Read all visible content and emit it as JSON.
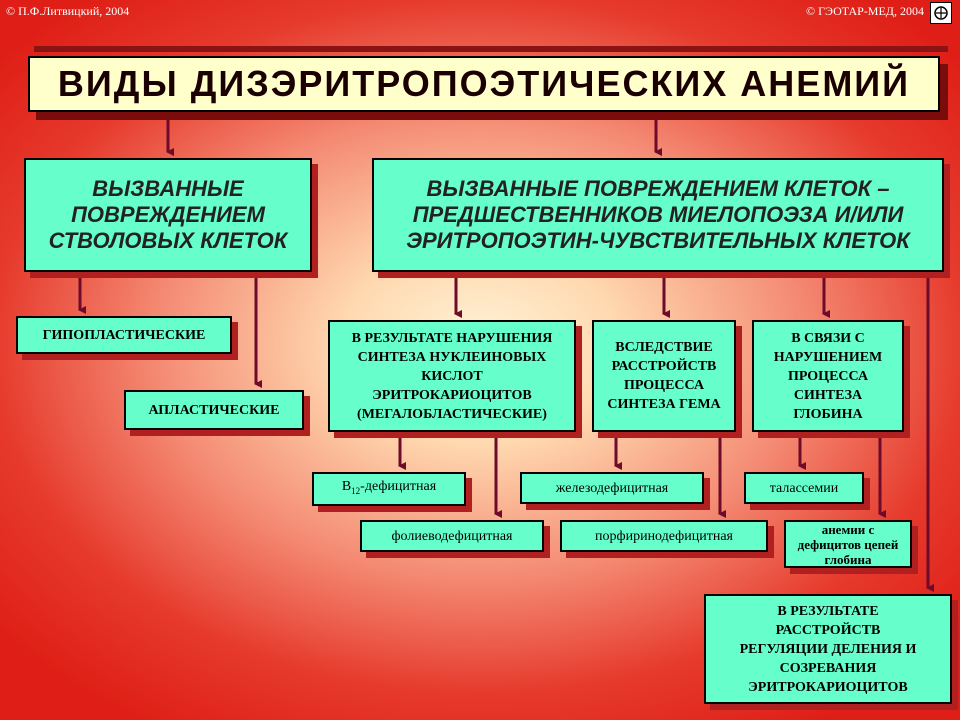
{
  "header": {
    "copyright_left": "© П.Ф.Литвицкий, 2004",
    "copyright_right": "© ГЭОТАР-МЕД, 2004",
    "logo_icon": "publisher-logo-icon"
  },
  "title": "ВИДЫ ДИЗЭРИТРОПОЭТИЧЕСКИХ АНЕМИЙ",
  "level1": {
    "stem_cells": "ВЫЗВАННЫЕ ПОВРЕЖДЕНИЕМ СТВОЛОВЫХ КЛЕТОК",
    "precursors": "ВЫЗВАННЫЕ ПОВРЕЖДЕНИЕМ КЛЕТОК – ПРЕДШЕСТВЕННИКОВ МИЕЛОПОЭЗА И/ИЛИ ЭРИТРОПОЭТИН-ЧУВСТВИТЕЛЬНЫХ КЛЕТОК"
  },
  "stem_types": {
    "hypoplastic": "ГИПОПЛАСТИЧЕСКИЕ",
    "aplastic": "АПЛАСТИЧЕСКИЕ"
  },
  "precursor_causes": {
    "nucleic": "В РЕЗУЛЬТАТЕ НАРУШЕНИЯ СИНТЕЗА НУКЛЕИНОВЫХ КИСЛОТ ЭРИТРОКАРИОЦИТОВ (МЕГАЛОБЛАСТИЧЕСКИЕ)",
    "heme": "ВСЛЕДСТВИЕ РАССТРОЙСТВ ПРОЦЕССА СИНТЕЗА ГЕМА",
    "globin": "В СВЯЗИ С НАРУШЕНИЕМ ПРОЦЕССА СИНТЕЗА ГЛОБИНА",
    "division": "В РЕЗУЛЬТАТЕ РАССТРОЙСТВ РЕГУЛЯЦИИ ДЕЛЕНИЯ И СОЗРЕВАНИЯ ЭРИТРОКАРИОЦИТОВ"
  },
  "leaves": {
    "b12_main": "B",
    "b12_sub": "12",
    "b12_rest": "-дефицитная",
    "folate": "фолиеводефицитная",
    "iron": "железодефицитная",
    "porphyrin": "порфиринодефицитная",
    "thalassemia": "талассемии",
    "globin_chain": "анемии с дефицитов цепей глобина"
  },
  "colors": {
    "box_fill": "#66ffcc",
    "title_fill": "#ffffcc",
    "arrow": "#6e0a2a",
    "background_edge": "#df1f17"
  }
}
